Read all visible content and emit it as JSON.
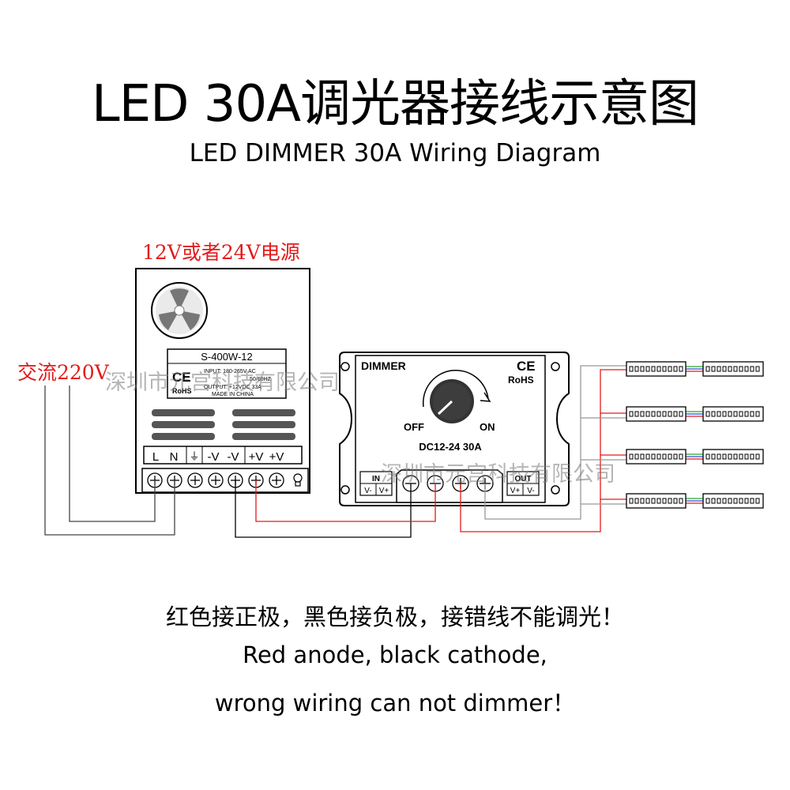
{
  "title": "LED 30A调光器接线示意图",
  "subtitle": "LED DIMMER 30A Wiring Diagram",
  "labels": {
    "power_supply": "12V或者24V电源",
    "ac_input": "交流220V"
  },
  "power_supply": {
    "model": "S-400W-12",
    "ce": "CE",
    "rohs": "RoHS",
    "spec_lines": [
      "INPUT: 180-265V AC",
      "50/60HZ",
      "OUTPUT: +12VDC 33A",
      "MADE IN CHINA"
    ],
    "terminals": [
      "L",
      "N",
      "⏚",
      "-V",
      "-V",
      "+V",
      "+V"
    ]
  },
  "dimmer": {
    "brand": "DIMMER",
    "ce": "CE",
    "rohs": "RoHS",
    "off": "OFF",
    "on": "ON",
    "rating": "DC12-24 30A",
    "in_label": "IN",
    "in_pins": [
      "V-",
      "V+"
    ],
    "out_label": "OUT",
    "out_pins": [
      "V+",
      "V-"
    ]
  },
  "watermarks": [
    "深圳市元宫科技有限公司",
    "深圳市元宫科技有限公司"
  ],
  "notes": [
    "红色接正极，黑色接负极，接错线不能调光！",
    "Red anode, black cathode,",
    "wrong wiring can not dimmer！"
  ],
  "colors": {
    "positive_wire": "#e31b1b",
    "negative_wire": "#000000",
    "label_red": "#e31b1b"
  }
}
